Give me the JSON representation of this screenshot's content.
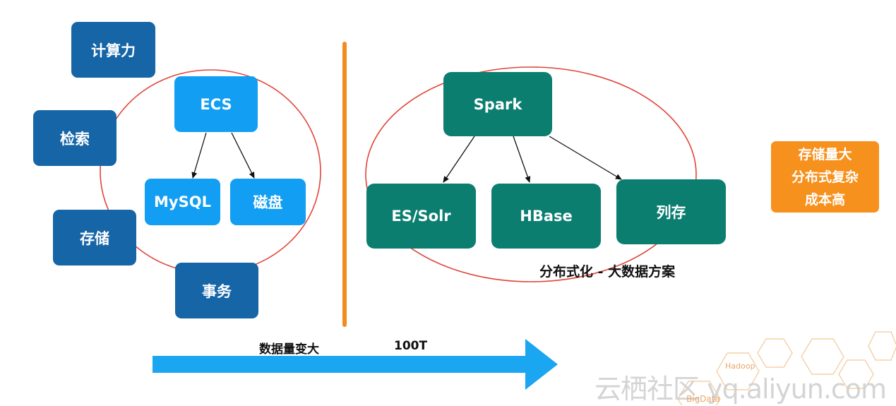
{
  "left_group": {
    "compute": "计算力",
    "search": "检索",
    "storage": "存储",
    "transaction": "事务",
    "ecs": "ECS",
    "mysql": "MySQL",
    "disk": "磁盘"
  },
  "right_group": {
    "spark": "Spark",
    "es_solr": "ES/Solr",
    "hbase": "HBase",
    "columnar": "列存",
    "caption": "分布式化 - 大数据方案"
  },
  "note_box": {
    "lines": [
      "存储量大",
      "分布式复杂",
      "成本高"
    ]
  },
  "arrow_axis": {
    "label": "数据量变大",
    "value": "100T"
  },
  "watermark": {
    "text": "云栖社区 yq.aliyun.com",
    "tags": [
      "Hadoop",
      "BigData"
    ]
  },
  "colors": {
    "dark_blue": "#1565a7",
    "light_blue": "#129ef2",
    "teal": "#0b7e70",
    "orange": "#f7911d",
    "ellipse": "#e0453a",
    "divider": "#f28c1c",
    "axis_arrow": "#1aa6f0"
  }
}
